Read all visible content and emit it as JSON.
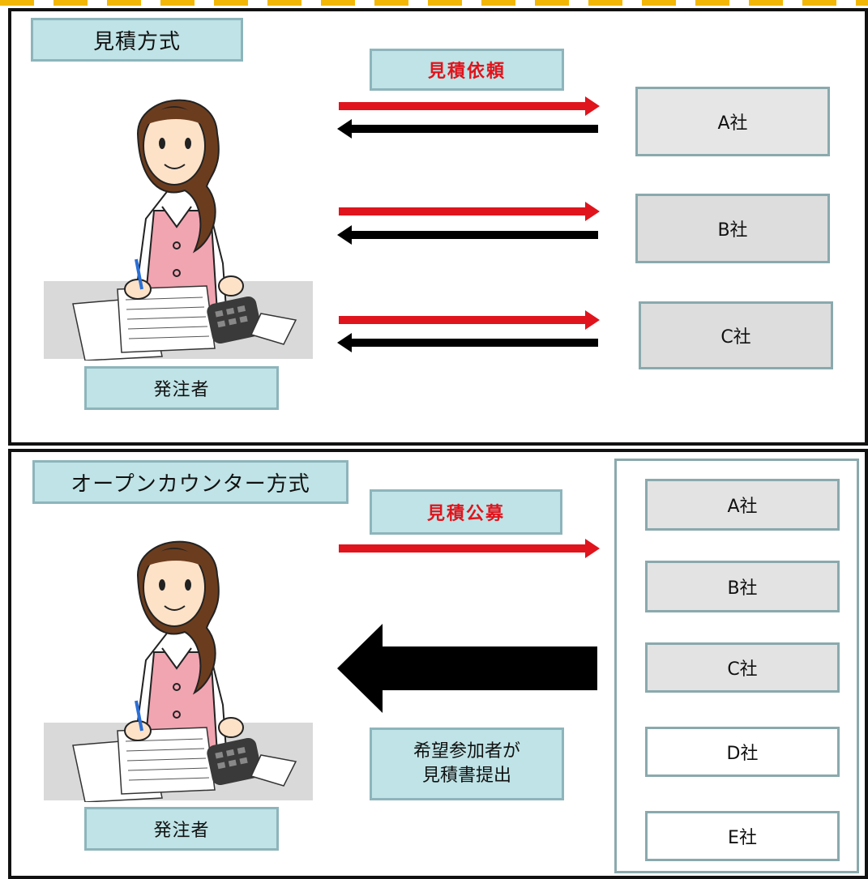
{
  "top": {
    "title": "見積方式",
    "request_label": "見積依頼",
    "companies": [
      "A社",
      "B社",
      "C社"
    ],
    "orderer_label": "発注者"
  },
  "bottom": {
    "title": "オープンカウンター方式",
    "request_label": "見積公募",
    "companies": [
      "A社",
      "B社",
      "C社",
      "D社",
      "E社"
    ],
    "note_line1": "希望参加者が",
    "note_line2": "見積書提出",
    "orderer_label": "発注者"
  },
  "colors": {
    "label_bg": "#bfe3e6",
    "request_arrow": "#e0141c",
    "return_arrow": "#000000",
    "company_gray": "#e3e3e3"
  }
}
